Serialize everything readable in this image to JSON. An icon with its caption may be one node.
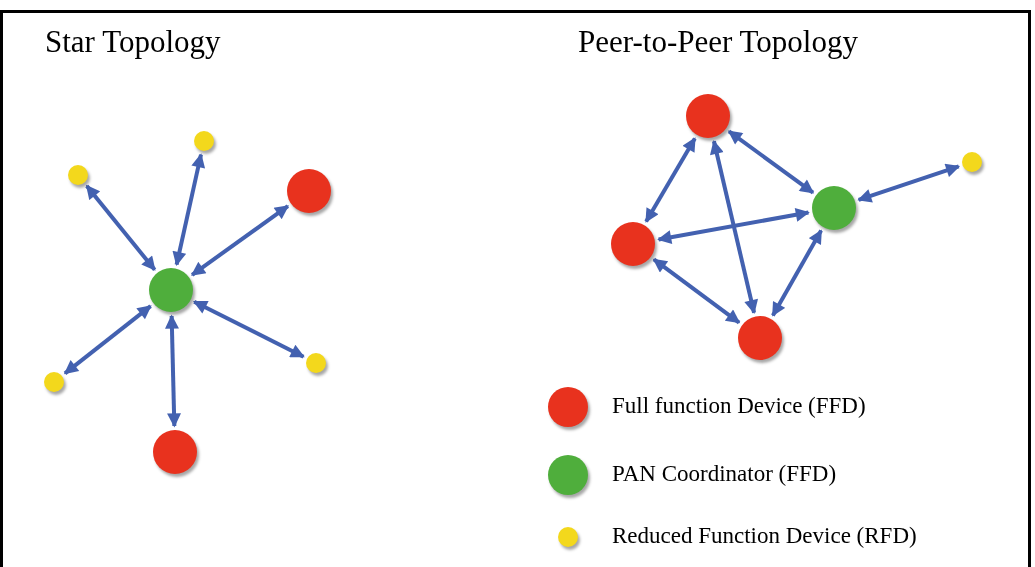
{
  "diagram": {
    "nodes": [
      {
        "text": [],
        "shape": "circle"
      },
      {
        "text": [],
        "shape": "circle"
      },
      {
        "text": [],
        "shape": "circle"
      },
      {
        "text": [],
        "shape": "circle"
      },
      {
        "text": [],
        "shape": "circle"
      },
      {
        "text": [],
        "shape": "circle"
      },
      {
        "text": [],
        "shape": "circle"
      },
      {
        "text": [],
        "shape": "circle"
      },
      {
        "text": [],
        "shape": "circle"
      },
      {
        "text": [],
        "shape": "circle"
      },
      {
        "text": [],
        "shape": "circle"
      },
      {
        "text": [],
        "shape": "circle"
      }
    ],
    "edges": [
      {
        "from": 1,
        "to": 0,
        "arrow": "both"
      },
      {
        "from": 2,
        "to": 0,
        "arrow": "both"
      },
      {
        "from": 3,
        "to": 0,
        "arrow": "both"
      },
      {
        "from": 4,
        "to": 0,
        "arrow": "both"
      },
      {
        "from": 5,
        "to": 0,
        "arrow": "both"
      },
      {
        "from": 6,
        "to": 0,
        "arrow": "both"
      },
      {
        "from": 7,
        "to": 10,
        "arrow": "both"
      },
      {
        "from": 7,
        "to": 8,
        "arrow": "both"
      },
      {
        "from": 7,
        "to": 11,
        "arrow": "both"
      },
      {
        "from": 10,
        "to": 8,
        "arrow": "both"
      },
      {
        "from": 10,
        "to": 11,
        "arrow": "both"
      },
      {
        "from": 11,
        "to": 8,
        "arrow": "both"
      },
      {
        "from": 8,
        "to": 9,
        "arrow": "both"
      }
    ],
    "labels": [
      "Star Topology",
      "Peer-to-Peer Topology"
    ],
    "legend": [
      {
        "text": "Full function Device (FFD)",
        "color": "#e8321e"
      },
      {
        "text": "PAN Coordinator (FFD)",
        "color": "#4fae3c"
      },
      {
        "text": "Reduced Function Device (RFD)",
        "color": "#f3d81c"
      }
    ]
  }
}
